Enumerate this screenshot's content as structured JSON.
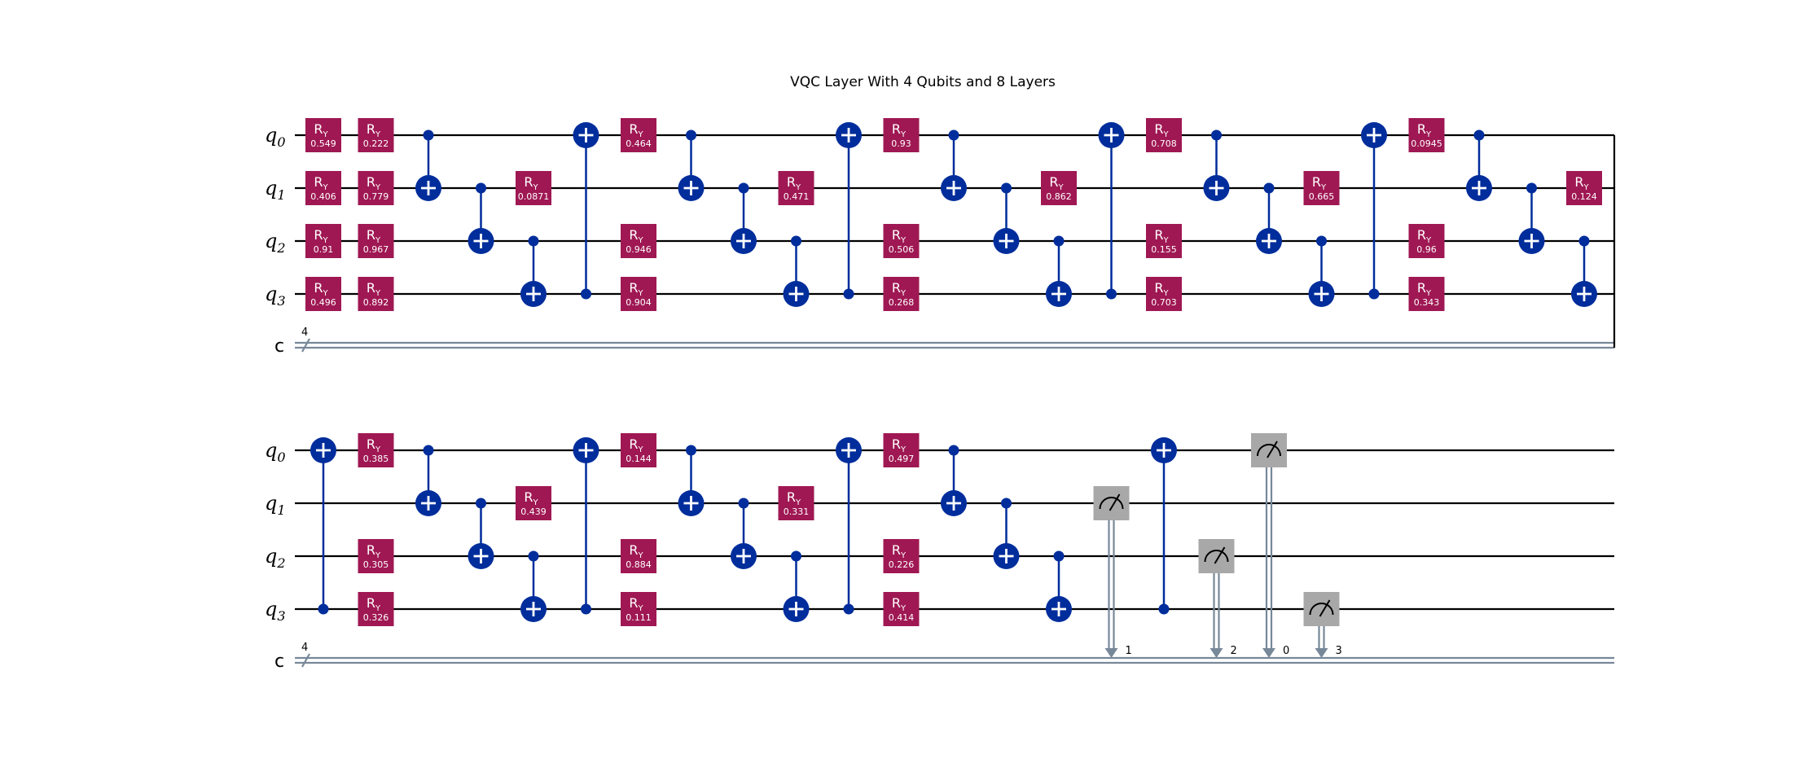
{
  "title": "VQC Layer With 4 Qubits and 8 Layers",
  "colors": {
    "ry_gate": "#9f1853",
    "cx_gate": "#002d9c",
    "measure_box": "#a8a8a8",
    "classical_wire": "#778899",
    "quantum_wire": "#000000"
  },
  "qubits": [
    {
      "name": "q",
      "index": "0"
    },
    {
      "name": "q",
      "index": "1"
    },
    {
      "name": "q",
      "index": "2"
    },
    {
      "name": "q",
      "index": "3"
    }
  ],
  "creg": {
    "label": "c",
    "size": "4"
  },
  "gate_label": "R",
  "gate_sub": "Y",
  "rows": [
    {
      "columns": [
        [
          {
            "t": "ry",
            "q": 0,
            "p": "0.549"
          },
          {
            "t": "ry",
            "q": 1,
            "p": "0.406"
          },
          {
            "t": "ry",
            "q": 2,
            "p": "0.91"
          },
          {
            "t": "ry",
            "q": 3,
            "p": "0.496"
          }
        ],
        [
          {
            "t": "ry",
            "q": 0,
            "p": "0.222"
          },
          {
            "t": "ry",
            "q": 1,
            "p": "0.779"
          },
          {
            "t": "ry",
            "q": 2,
            "p": "0.967"
          },
          {
            "t": "ry",
            "q": 3,
            "p": "0.892"
          }
        ],
        [
          {
            "t": "cx",
            "c": 0,
            "x": 1
          }
        ],
        [
          {
            "t": "cx",
            "c": 1,
            "x": 2
          }
        ],
        [
          {
            "t": "cx",
            "c": 2,
            "x": 3
          },
          {
            "t": "ry",
            "q": 1,
            "p": "0.0871"
          }
        ],
        [
          {
            "t": "cx",
            "c": 3,
            "x": 0
          }
        ],
        [
          {
            "t": "ry",
            "q": 0,
            "p": "0.464"
          },
          {
            "t": "ry",
            "q": 2,
            "p": "0.946"
          },
          {
            "t": "ry",
            "q": 3,
            "p": "0.904"
          }
        ],
        [
          {
            "t": "cx",
            "c": 0,
            "x": 1
          }
        ],
        [
          {
            "t": "cx",
            "c": 1,
            "x": 2
          }
        ],
        [
          {
            "t": "cx",
            "c": 2,
            "x": 3
          },
          {
            "t": "ry",
            "q": 1,
            "p": "0.471"
          }
        ],
        [
          {
            "t": "cx",
            "c": 3,
            "x": 0
          }
        ],
        [
          {
            "t": "ry",
            "q": 0,
            "p": "0.93"
          },
          {
            "t": "ry",
            "q": 2,
            "p": "0.506"
          },
          {
            "t": "ry",
            "q": 3,
            "p": "0.268"
          }
        ],
        [
          {
            "t": "cx",
            "c": 0,
            "x": 1
          }
        ],
        [
          {
            "t": "cx",
            "c": 1,
            "x": 2
          }
        ],
        [
          {
            "t": "cx",
            "c": 2,
            "x": 3
          },
          {
            "t": "ry",
            "q": 1,
            "p": "0.862"
          }
        ],
        [
          {
            "t": "cx",
            "c": 3,
            "x": 0
          }
        ],
        [
          {
            "t": "ry",
            "q": 0,
            "p": "0.708"
          },
          {
            "t": "ry",
            "q": 2,
            "p": "0.155"
          },
          {
            "t": "ry",
            "q": 3,
            "p": "0.703"
          }
        ],
        [
          {
            "t": "cx",
            "c": 0,
            "x": 1
          }
        ],
        [
          {
            "t": "cx",
            "c": 1,
            "x": 2
          }
        ],
        [
          {
            "t": "cx",
            "c": 2,
            "x": 3
          },
          {
            "t": "ry",
            "q": 1,
            "p": "0.665"
          }
        ],
        [
          {
            "t": "cx",
            "c": 3,
            "x": 0
          }
        ],
        [
          {
            "t": "ry",
            "q": 0,
            "p": "0.0945"
          },
          {
            "t": "ry",
            "q": 2,
            "p": "0.96"
          },
          {
            "t": "ry",
            "q": 3,
            "p": "0.343"
          }
        ],
        [
          {
            "t": "cx",
            "c": 0,
            "x": 1
          }
        ],
        [
          {
            "t": "cx",
            "c": 1,
            "x": 2
          }
        ],
        [
          {
            "t": "cx",
            "c": 2,
            "x": 3
          },
          {
            "t": "ry",
            "q": 1,
            "p": "0.124"
          }
        ]
      ]
    },
    {
      "columns": [
        [
          {
            "t": "cx",
            "c": 3,
            "x": 0
          }
        ],
        [
          {
            "t": "ry",
            "q": 0,
            "p": "0.385"
          },
          {
            "t": "ry",
            "q": 2,
            "p": "0.305"
          },
          {
            "t": "ry",
            "q": 3,
            "p": "0.326"
          }
        ],
        [
          {
            "t": "cx",
            "c": 0,
            "x": 1
          }
        ],
        [
          {
            "t": "cx",
            "c": 1,
            "x": 2
          }
        ],
        [
          {
            "t": "cx",
            "c": 2,
            "x": 3
          },
          {
            "t": "ry",
            "q": 1,
            "p": "0.439"
          }
        ],
        [
          {
            "t": "cx",
            "c": 3,
            "x": 0
          }
        ],
        [
          {
            "t": "ry",
            "q": 0,
            "p": "0.144"
          },
          {
            "t": "ry",
            "q": 2,
            "p": "0.884"
          },
          {
            "t": "ry",
            "q": 3,
            "p": "0.111"
          }
        ],
        [
          {
            "t": "cx",
            "c": 0,
            "x": 1
          }
        ],
        [
          {
            "t": "cx",
            "c": 1,
            "x": 2
          }
        ],
        [
          {
            "t": "cx",
            "c": 2,
            "x": 3
          },
          {
            "t": "ry",
            "q": 1,
            "p": "0.331"
          }
        ],
        [
          {
            "t": "cx",
            "c": 3,
            "x": 0
          }
        ],
        [
          {
            "t": "ry",
            "q": 0,
            "p": "0.497"
          },
          {
            "t": "ry",
            "q": 2,
            "p": "0.226"
          },
          {
            "t": "ry",
            "q": 3,
            "p": "0.414"
          }
        ],
        [
          {
            "t": "cx",
            "c": 0,
            "x": 1
          }
        ],
        [
          {
            "t": "cx",
            "c": 1,
            "x": 2
          }
        ],
        [
          {
            "t": "cx",
            "c": 2,
            "x": 3
          }
        ],
        [
          {
            "t": "m",
            "q": 1,
            "b": "1"
          }
        ],
        [
          {
            "t": "cx",
            "c": 3,
            "x": 0
          }
        ],
        [
          {
            "t": "m",
            "q": 2,
            "b": "2"
          }
        ],
        [
          {
            "t": "m",
            "q": 0,
            "b": "0"
          }
        ],
        [
          {
            "t": "m",
            "q": 3,
            "b": "3"
          }
        ]
      ]
    }
  ]
}
